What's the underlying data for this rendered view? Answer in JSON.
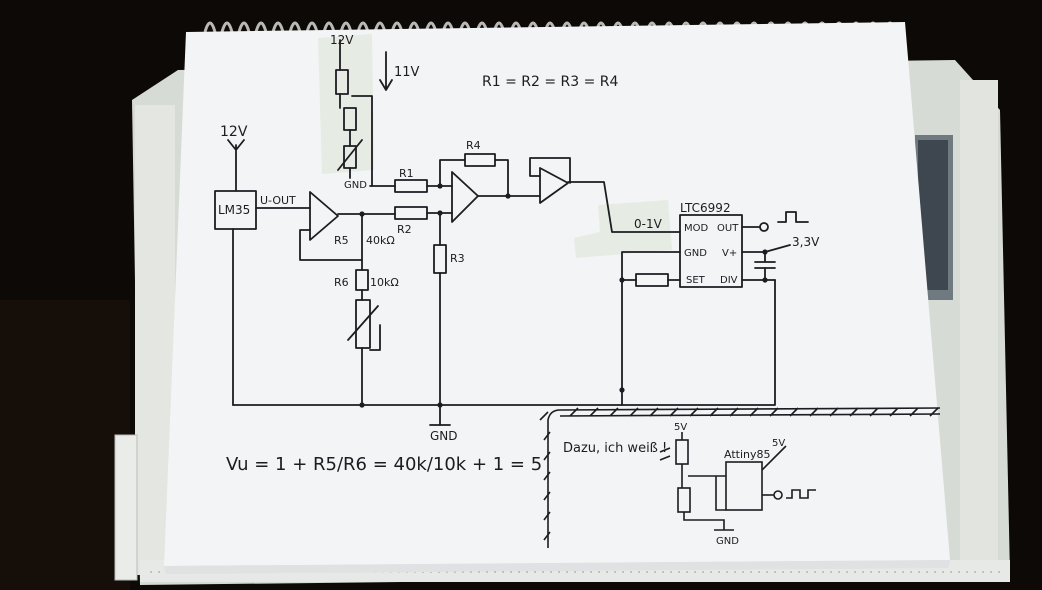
{
  "labels": {
    "supply_12v_top": "12V",
    "drop_11v": "11V",
    "resistor_equality": "R1 = R2 = R3 = R4",
    "supply_12v_left": "12V",
    "sensor": "LM35",
    "sensor_out": "U-OUT",
    "gnd_pot": "GND",
    "r1": "R1",
    "r2": "R2",
    "r3": "R3",
    "r4": "R4",
    "r5": "R5",
    "r5_value": "40kΩ",
    "r6": "R6",
    "r6_value": "10kΩ",
    "vco_chip": "LTC6992",
    "vco_input": "0-1V",
    "pin_mod": "MOD",
    "pin_out": "OUT",
    "pin_gnd": "GND",
    "pin_vplus": "V+",
    "pin_set": "SET",
    "pin_div": "DIV",
    "supply_33v": "3,3V",
    "gnd_main": "GND",
    "gain_formula": "Vu = 1 + R5/R6 = 40k/10k + 1 = 5",
    "note": "Dazu, ich weiß !",
    "supply_5v_a": "5V",
    "supply_5v_b": "5V",
    "mcu": "Attiny85",
    "gnd_small": "GND"
  },
  "colors": {
    "background": "#0a0705",
    "paper": "#f4f5f6",
    "ink": "#1c1c22",
    "board": "#d8dcd6",
    "tape": "#e6ece4"
  }
}
